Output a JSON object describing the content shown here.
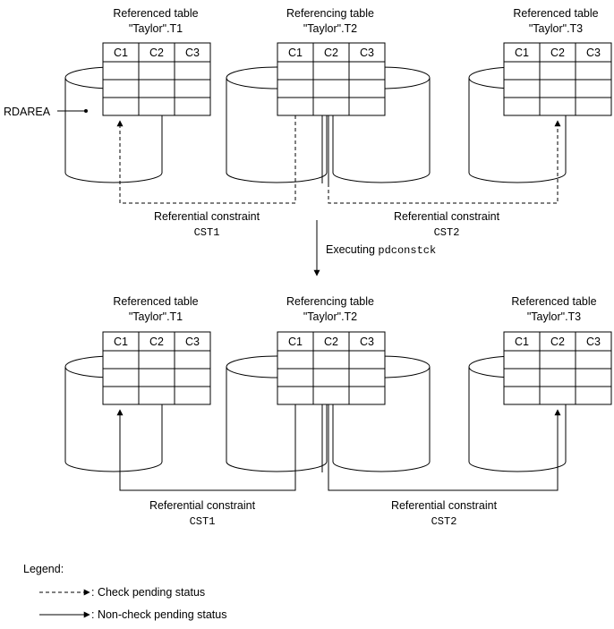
{
  "top": {
    "t1": {
      "caption": "Referenced table",
      "name": "\"Taylor\".T1"
    },
    "t2": {
      "caption": "Referencing table",
      "name": "\"Taylor\".T2"
    },
    "t3": {
      "caption": "Referenced table",
      "name": "\"Taylor\".T3"
    },
    "cst1": {
      "caption": "Referential constraint",
      "name": "CST1"
    },
    "cst2": {
      "caption": "Referential constraint",
      "name": "CST2"
    },
    "rdarea_label": "RDAREA"
  },
  "columns": [
    "C1",
    "C2",
    "C3"
  ],
  "transition": {
    "prefix": "Executing ",
    "command": "pdconstck"
  },
  "bottom": {
    "t1": {
      "caption": "Referenced table",
      "name": "\"Taylor\".T1"
    },
    "t2": {
      "caption": "Referencing table",
      "name": "\"Taylor\".T2"
    },
    "t3": {
      "caption": "Referenced table",
      "name": "\"Taylor\".T3"
    },
    "cst1": {
      "caption": "Referential constraint",
      "name": "CST1"
    },
    "cst2": {
      "caption": "Referential constraint",
      "name": "CST2"
    }
  },
  "legend": {
    "title": "Legend:",
    "check_pending": ": Check pending status",
    "non_check_pending": ": Non-check pending status"
  }
}
